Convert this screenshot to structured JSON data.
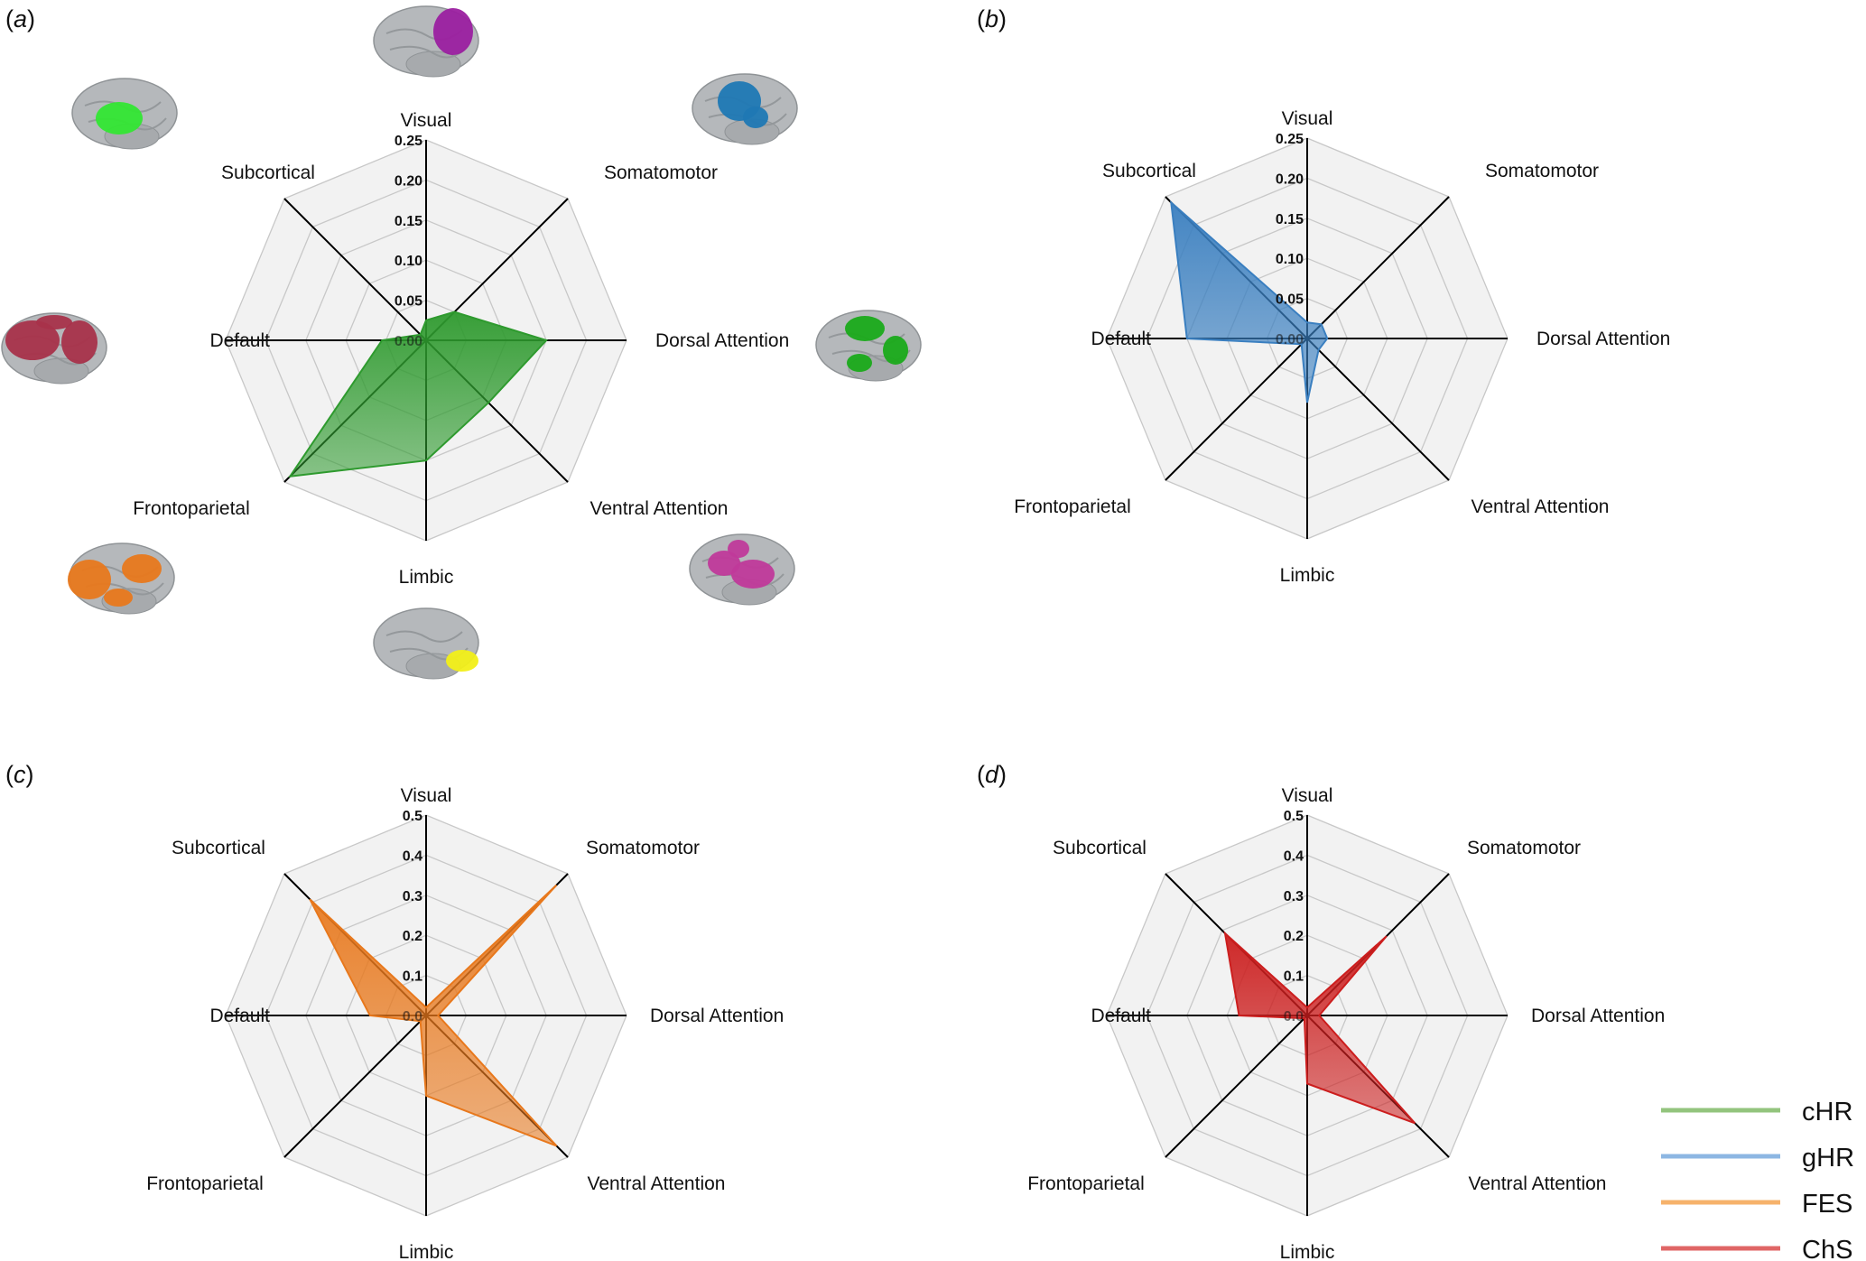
{
  "colors": {
    "cHR": "#2e9a2e",
    "gHR": "#3a7fc0",
    "FES": "#e8781c",
    "ChS": "#cc1e1e",
    "grid_fill": "#f2f2f2",
    "grid_line": "#c8c8c8",
    "spoke": "#000000"
  },
  "brain_icons": [
    {
      "network": "Visual",
      "color": "#9b1fa0"
    },
    {
      "network": "Somatomotor",
      "color": "#1f78b4"
    },
    {
      "network": "Dorsal Attention",
      "color": "#1aaa1a"
    },
    {
      "network": "Ventral Attention",
      "color": "#c0399a"
    },
    {
      "network": "Limbic",
      "color": "#f2ef18"
    },
    {
      "network": "Frontoparietal",
      "color": "#e8781c"
    },
    {
      "network": "Default",
      "color": "#a8324a"
    },
    {
      "network": "Subcortical",
      "color": "#33e633"
    }
  ],
  "legend": {
    "entries": [
      {
        "label": "cHR",
        "color": "#93c47d"
      },
      {
        "label": "gHR",
        "color": "#8db7e3"
      },
      {
        "label": "FES",
        "color": "#f6b26b"
      },
      {
        "label": "ChS",
        "color": "#e06666"
      }
    ]
  },
  "chart_data": [
    {
      "type": "radar",
      "panel": "(a)",
      "panel_letter": "a",
      "series_key": "cHR",
      "axes": [
        "Visual",
        "Somatomotor",
        "Dorsal Attention",
        "Ventral Attention",
        "Limbic",
        "Frontoparietal",
        "Default",
        "Subcortical"
      ],
      "ticks": [
        "0.00",
        "0.05",
        "0.10",
        "0.15",
        "0.20",
        "0.25"
      ],
      "rmax": 0.25,
      "values": [
        0.025,
        0.05,
        0.15,
        0.11,
        0.15,
        0.24,
        0.055,
        0.01
      ]
    },
    {
      "type": "radar",
      "panel": "(b)",
      "panel_letter": "b",
      "series_key": "gHR",
      "axes": [
        "Visual",
        "Somatomotor",
        "Dorsal Attention",
        "Ventral Attention",
        "Limbic",
        "Frontoparietal",
        "Default",
        "Subcortical"
      ],
      "ticks": [
        "0.00",
        "0.05",
        "0.10",
        "0.15",
        "0.20",
        "0.25"
      ],
      "rmax": 0.25,
      "values": [
        0.02,
        0.025,
        0.025,
        0.02,
        0.08,
        0.01,
        0.15,
        0.24
      ]
    },
    {
      "type": "radar",
      "panel": "(c)",
      "panel_letter": "c",
      "series_key": "FES",
      "axes": [
        "Visual",
        "Somatomotor",
        "Dorsal Attention",
        "Ventral Attention",
        "Limbic",
        "Frontoparietal",
        "Default",
        "Subcortical"
      ],
      "ticks": [
        "0.0",
        "0.1",
        "0.2",
        "0.3",
        "0.4",
        "0.5"
      ],
      "rmax": 0.5,
      "values": [
        0.02,
        0.46,
        0.03,
        0.46,
        0.2,
        0.02,
        0.14,
        0.41
      ]
    },
    {
      "type": "radar",
      "panel": "(d)",
      "panel_letter": "d",
      "series_key": "ChS",
      "axes": [
        "Visual",
        "Somatomotor",
        "Dorsal Attention",
        "Ventral Attention",
        "Limbic",
        "Frontoparietal",
        "Default",
        "Subcortical"
      ],
      "ticks": [
        "0.0",
        "0.1",
        "0.2",
        "0.3",
        "0.4",
        "0.5"
      ],
      "rmax": 0.5,
      "values": [
        0.02,
        0.28,
        0.03,
        0.38,
        0.17,
        0.01,
        0.17,
        0.29
      ]
    }
  ]
}
